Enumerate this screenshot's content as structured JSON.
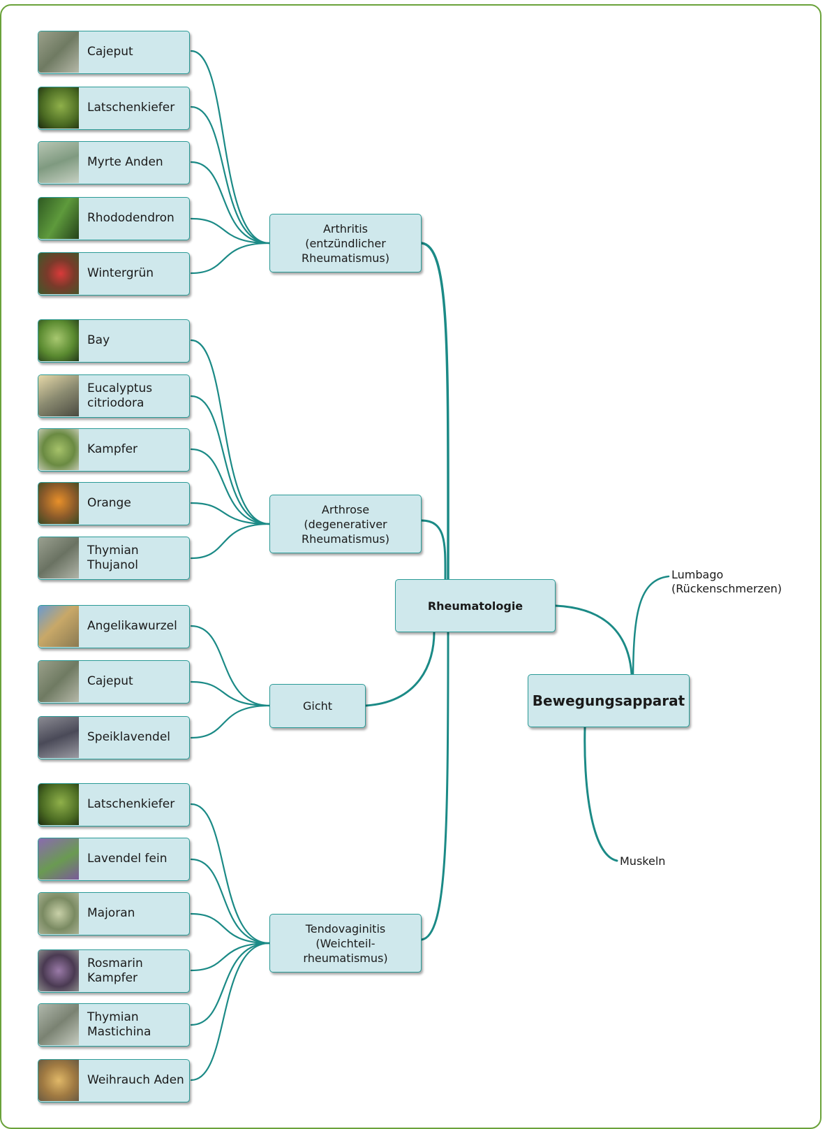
{
  "root": {
    "label": "Bewegungsapparat"
  },
  "hub": {
    "label": "Rheumatologie"
  },
  "side_branches": [
    {
      "label": "Lumbago\n(Rückenschmerzen)"
    },
    {
      "label": "Muskeln"
    }
  ],
  "groups": [
    {
      "label": "Arthritis\n(entzündlicher\nRheumatismus)",
      "items": [
        {
          "label": "Cajeput",
          "icon": "cajeput-photo-icon"
        },
        {
          "label": "Latschenkiefer",
          "icon": "latschenkiefer-photo-icon"
        },
        {
          "label": "Myrte Anden",
          "icon": "myrte-anden-photo-icon"
        },
        {
          "label": "Rhododendron",
          "icon": "rhododendron-photo-icon"
        },
        {
          "label": "Wintergrün",
          "icon": "wintergruen-photo-icon"
        }
      ]
    },
    {
      "label": "Arthrose\n(degenerativer\nRheumatismus)",
      "items": [
        {
          "label": "Bay",
          "icon": "bay-photo-icon"
        },
        {
          "label": "Eucalyptus\ncitriodora",
          "icon": "eucalyptus-photo-icon"
        },
        {
          "label": "Kampfer",
          "icon": "kampfer-photo-icon"
        },
        {
          "label": "Orange",
          "icon": "orange-photo-icon"
        },
        {
          "label": "Thymian\nThujanol",
          "icon": "thymian-photo-icon"
        }
      ]
    },
    {
      "label": "Gicht",
      "items": [
        {
          "label": "Angelikawurzel",
          "icon": "angelikawurzel-photo-icon"
        },
        {
          "label": "Cajeput",
          "icon": "cajeput-photo-icon"
        },
        {
          "label": "Speiklavendel",
          "icon": "speiklavendel-photo-icon"
        }
      ]
    },
    {
      "label": "Tendovaginitis\n(Weichteil-\nrheumatismus)",
      "items": [
        {
          "label": "Latschenkiefer",
          "icon": "latschenkiefer-photo-icon"
        },
        {
          "label": "Lavendel fein",
          "icon": "lavendel-photo-icon"
        },
        {
          "label": "Majoran",
          "icon": "majoran-photo-icon"
        },
        {
          "label": "Rosmarin\nKampfer",
          "icon": "rosmarin-photo-icon"
        },
        {
          "label": "Thymian\nMastichina",
          "icon": "thymian-mastichina-photo-icon"
        },
        {
          "label": "Weihrauch Aden",
          "icon": "weihrauch-photo-icon"
        }
      ]
    }
  ],
  "colors": {
    "connector": "#1b8a86",
    "node_fill": "#cfe8ec",
    "node_border": "#2a9a96",
    "frame": "#6aa23a"
  }
}
